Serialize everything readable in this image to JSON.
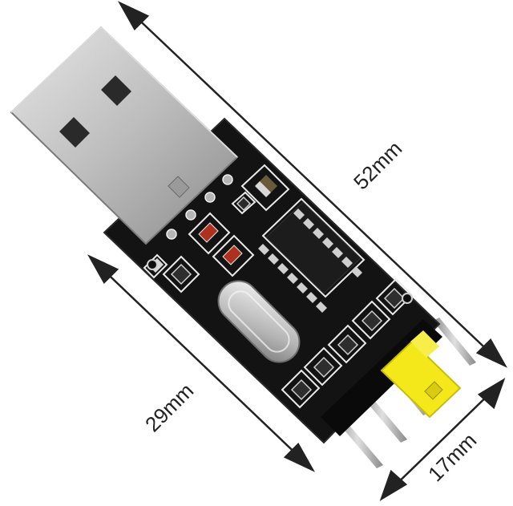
{
  "dimensions": {
    "length_label": "52mm",
    "board_length_label": "29mm",
    "width_label": "17mm"
  },
  "colors": {
    "pcb": "#121212",
    "silkscreen": "#f2f2f2",
    "usb_metal": "#c9c9c9",
    "jumper": "#f4e81a",
    "pin": "#b8b8b8"
  }
}
